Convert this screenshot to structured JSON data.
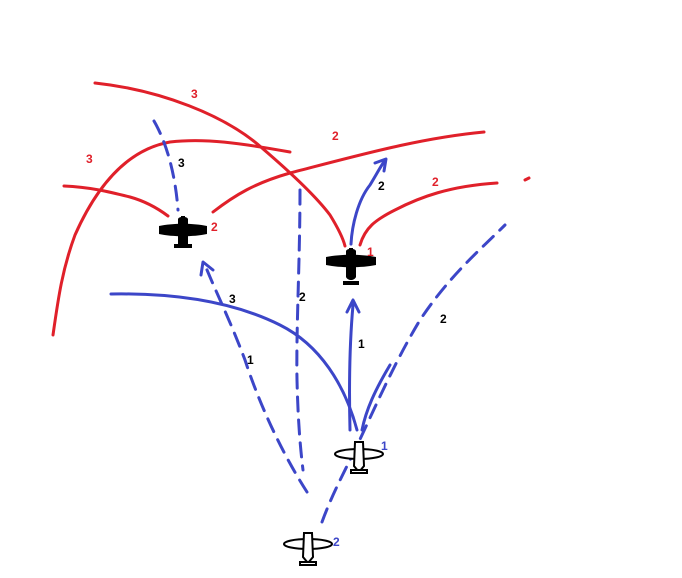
{
  "colors": {
    "red": "#e0202a",
    "blue": "#3c46c8",
    "black": "#000000",
    "background": "#ffffff"
  },
  "icons": {
    "enemy_plane": "black-plane-icon",
    "friendly_plane": "white-plane-icon"
  },
  "labels": {
    "red_1": "1",
    "red_2_top": "2",
    "red_2_right": "2",
    "red_2_left_plane": "2",
    "red_3_top": "3",
    "red_3_left": "3",
    "black_3_top": "3",
    "black_2_up": "2",
    "black_3_mid": "3",
    "black_2_center": "2",
    "black_1_left": "1",
    "black_1_center": "1",
    "black_2_right": "2",
    "blue_1": "1",
    "blue_2": "2"
  }
}
